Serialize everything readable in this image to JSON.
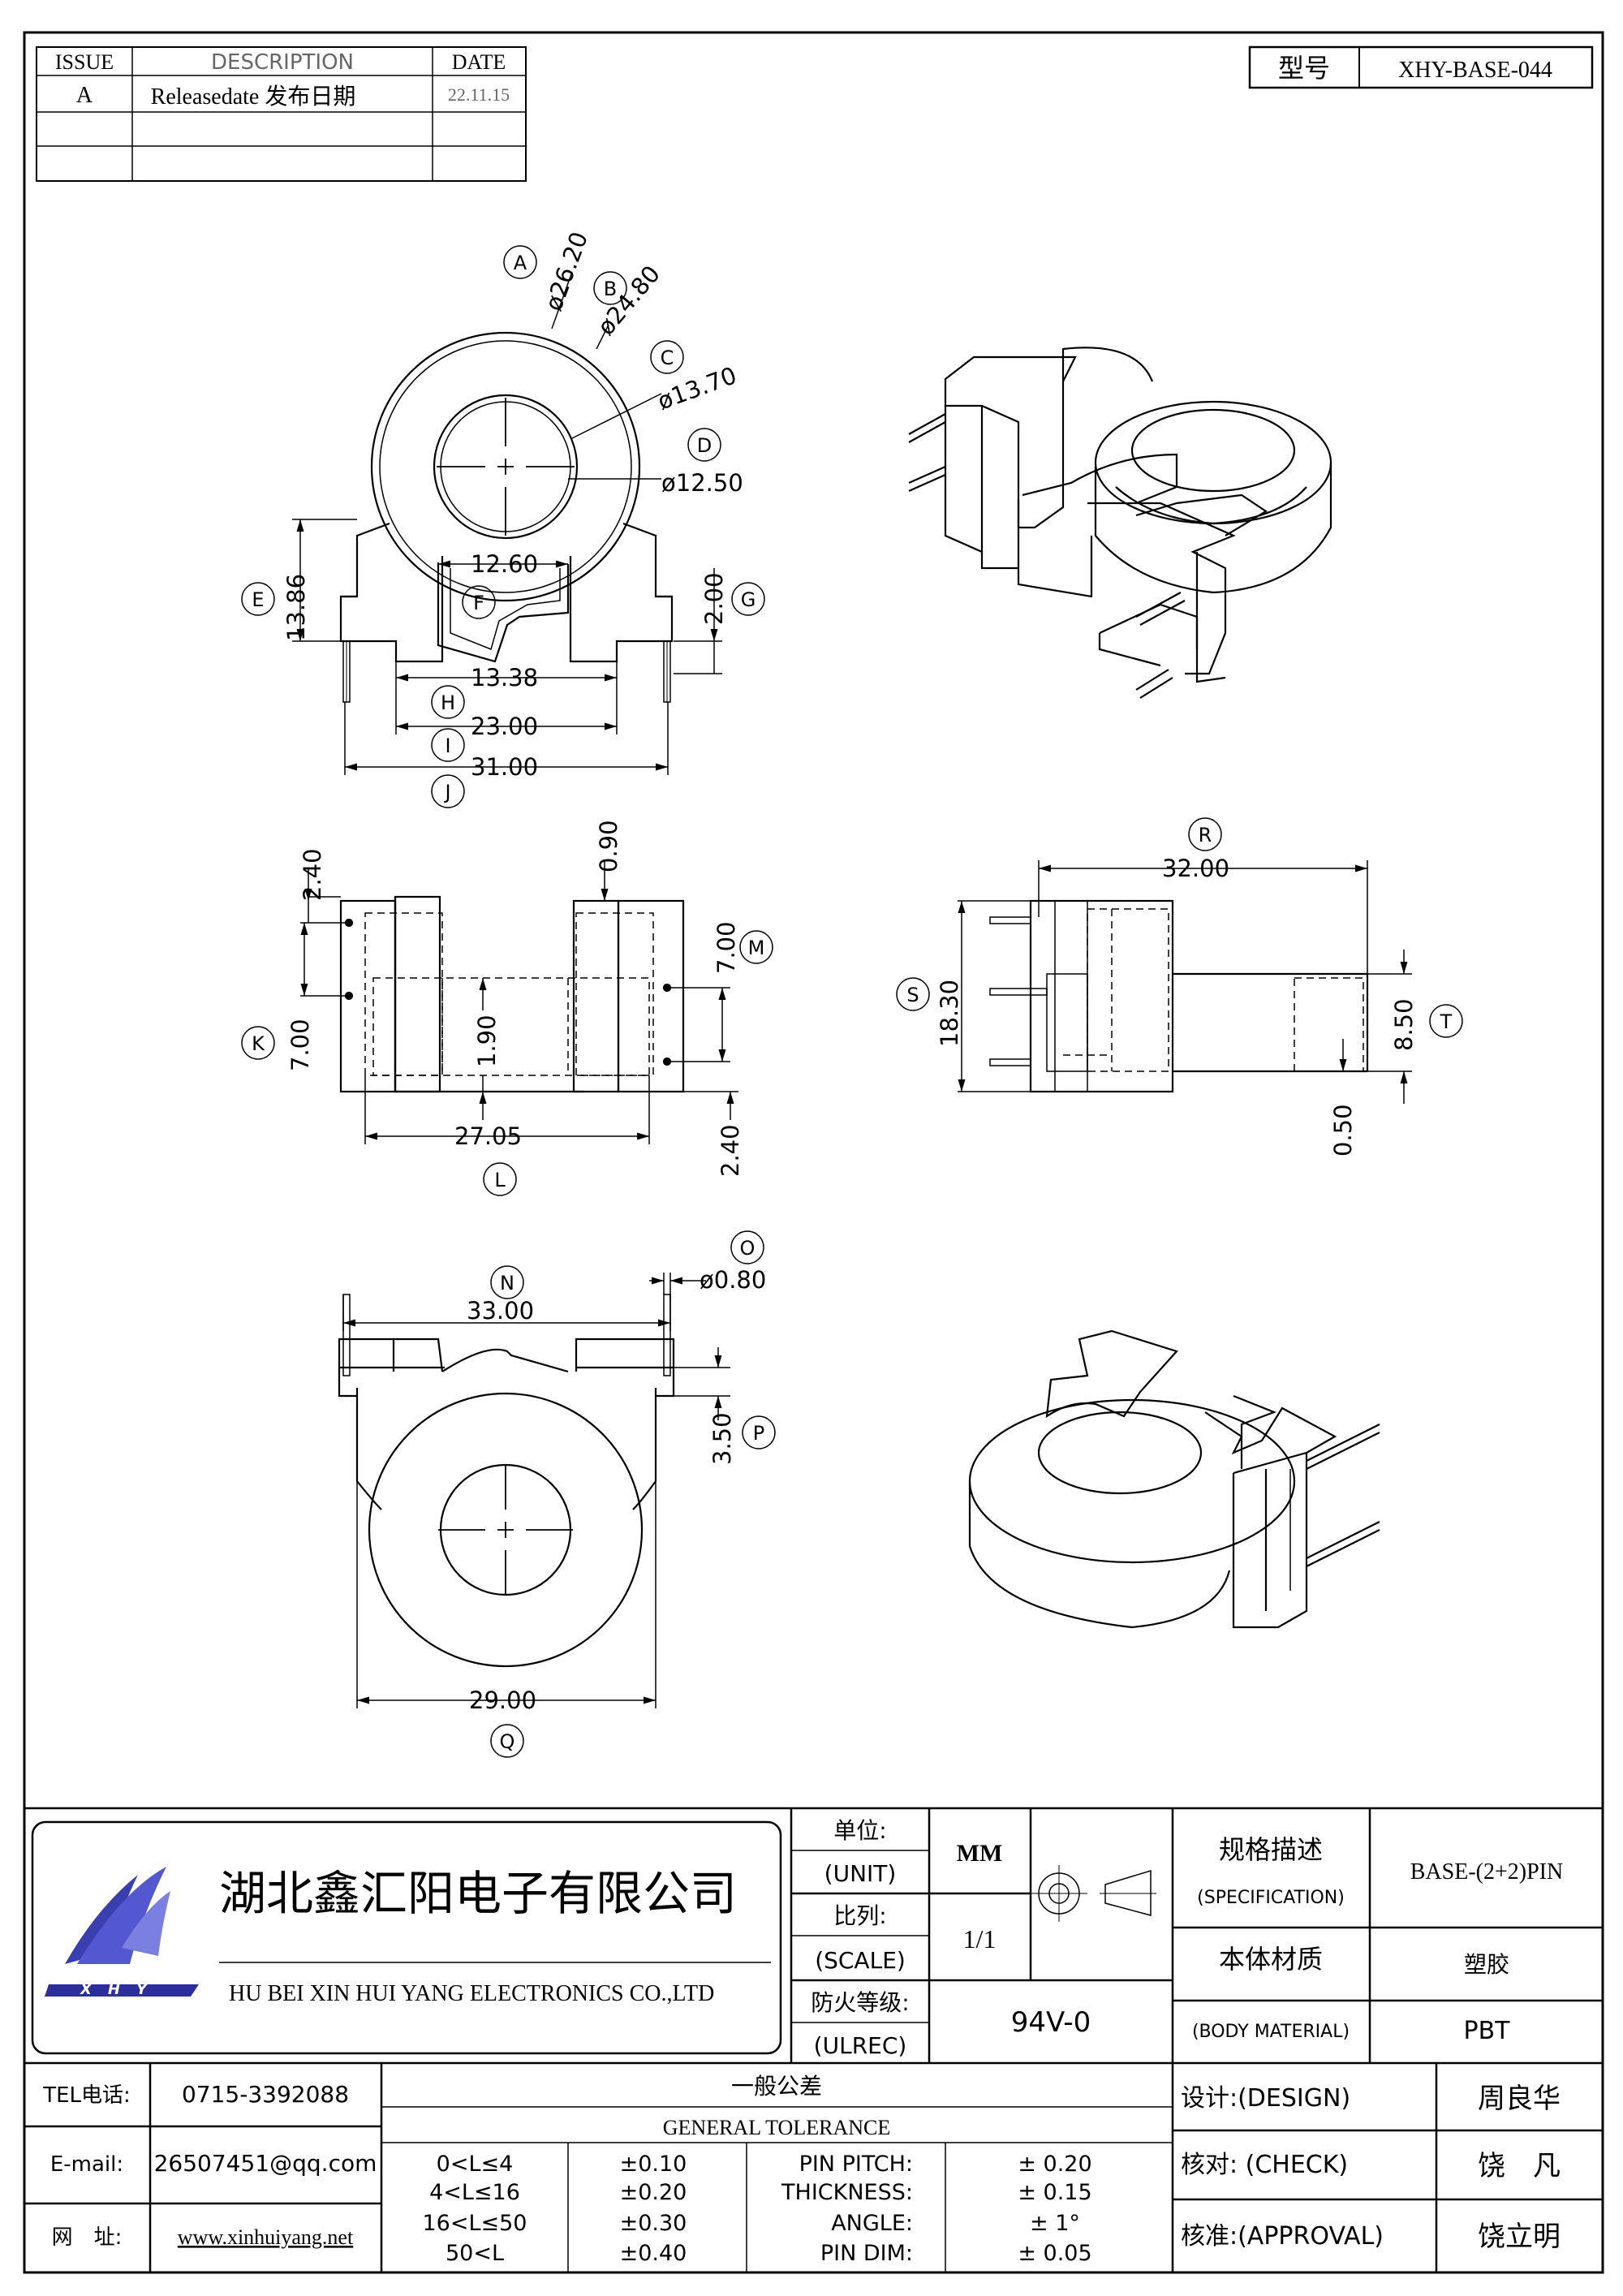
{
  "revision_table": {
    "headers": [
      "ISSUE",
      "DESCRIPTION",
      "DATE"
    ],
    "rows": [
      {
        "issue": "A",
        "description": "Releasedate 发布日期",
        "date": "22.11.15"
      }
    ]
  },
  "model": {
    "label": "型号",
    "value": "XHY-BASE-044"
  },
  "dimensions": {
    "A": "ø26.20",
    "B": "ø24.80",
    "C": "ø13.70",
    "D": "ø12.50",
    "E": "13.86",
    "F": "12.60",
    "G": "2.00",
    "H": "13.38",
    "I": "23.00",
    "J": "31.00",
    "K": "7.00",
    "L": "27.05",
    "M": "7.00",
    "side_2_40_top": "2.40",
    "side_0_90": "0.90",
    "side_1_90": "1.90",
    "side_2_40_bottom": "2.40",
    "R": "32.00",
    "S": "18.30",
    "T": "8.50",
    "side_0_50": "0.50",
    "N": "33.00",
    "O": "ø0.80",
    "P": "3.50",
    "Q": "29.00"
  },
  "callouts": [
    "A",
    "B",
    "C",
    "D",
    "E",
    "F",
    "G",
    "H",
    "I",
    "J",
    "K",
    "L",
    "M",
    "R",
    "S",
    "T",
    "N",
    "O",
    "P",
    "Q"
  ],
  "title_block": {
    "company_cn": "湖北鑫汇阳电子有限公司",
    "company_en": "HU BEI XIN HUI YANG ELECTRONICS CO.,LTD",
    "logo_text": "XHY",
    "unit_cn": "单位:",
    "unit_en": "(UNIT)",
    "unit_value": "MM",
    "scale_cn": "比列:",
    "scale_en": "(SCALE)",
    "scale_value": "1/1",
    "fire_cn": "防火等级:",
    "fire_en": "(ULREC)",
    "fire_value": "94V-0",
    "spec_cn": "规格描述",
    "spec_en": "(SPECIFICATION)",
    "spec_value": "BASE-(2+2)PIN",
    "material_cn": "本体材质",
    "material_en": "(BODY MATERIAL)",
    "material_value_cn": "塑胶",
    "material_value": "PBT",
    "tel_label": "TEL电话:",
    "tel": "0715-3392088",
    "email_label": "E-mail:",
    "email": "26507451@qq.com",
    "web_label": "网　址:",
    "web": "www.xinhuiyang.net",
    "tolerance_cn": "一般公差",
    "tolerance_en": "GENERAL TOLERANCE",
    "tolerance_rows": [
      {
        "range": "0<L≤4",
        "value": "±0.10"
      },
      {
        "range": "4<L≤16",
        "value": "±0.20"
      },
      {
        "range": "16<L≤50",
        "value": "±0.30"
      },
      {
        "range": "50<L",
        "value": "±0.40"
      }
    ],
    "pin_rows": [
      {
        "label": "PIN PITCH:",
        "value": "± 0.20"
      },
      {
        "label": "THICKNESS:",
        "value": "± 0.15"
      },
      {
        "label": "ANGLE:",
        "value": "± 1°"
      },
      {
        "label": "PIN DIM:",
        "value": "± 0.05"
      }
    ],
    "design_label": "设计:(DESIGN)",
    "design_name": "周良华",
    "check_label": "核对: (CHECK)",
    "check_name": "饶　凡",
    "approval_label": "核准:(APPROVAL)",
    "approval_name": "饶立明"
  }
}
